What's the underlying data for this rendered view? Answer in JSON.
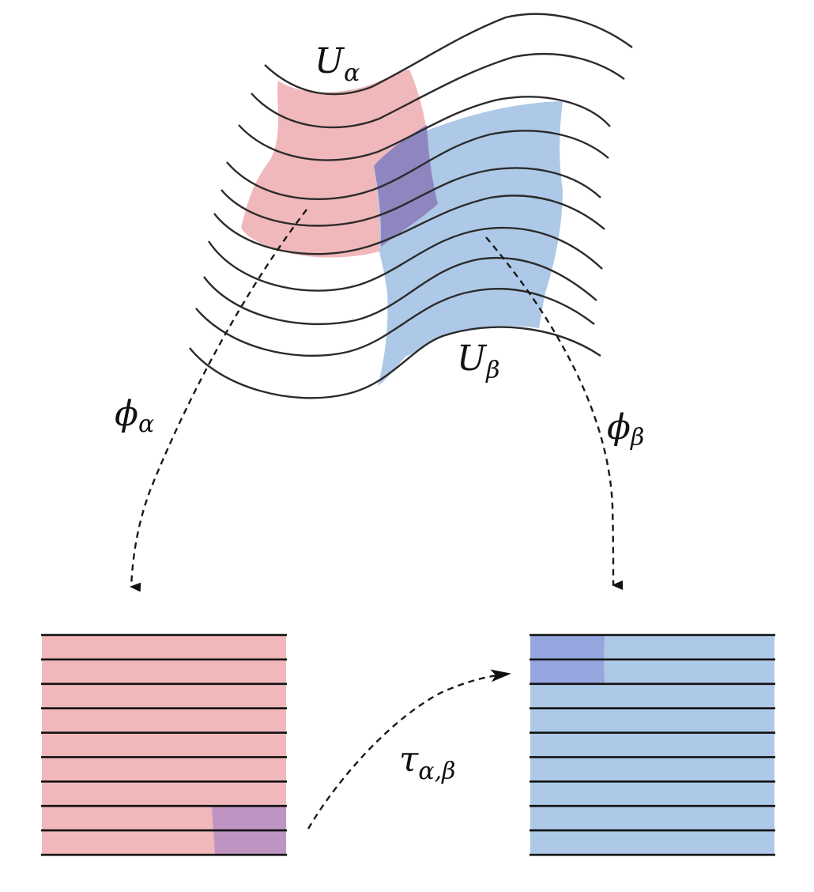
{
  "labels": {
    "U_alpha": "U",
    "U_alpha_sub": "α",
    "U_beta": "U",
    "U_beta_sub": "β",
    "phi_alpha": "ϕ",
    "phi_alpha_sub": "α",
    "phi_beta": "ϕ",
    "phi_beta_sub": "β",
    "tau": "τ",
    "tau_sub": "α,β"
  },
  "colors": {
    "chart_alpha": "#f0b8bb",
    "chart_beta": "#aec9e8",
    "overlap_manifold": "#8f86c0",
    "overlap_left_square": "#bf94c2",
    "overlap_right_square": "#95a6df",
    "stroke": "#111111"
  }
}
